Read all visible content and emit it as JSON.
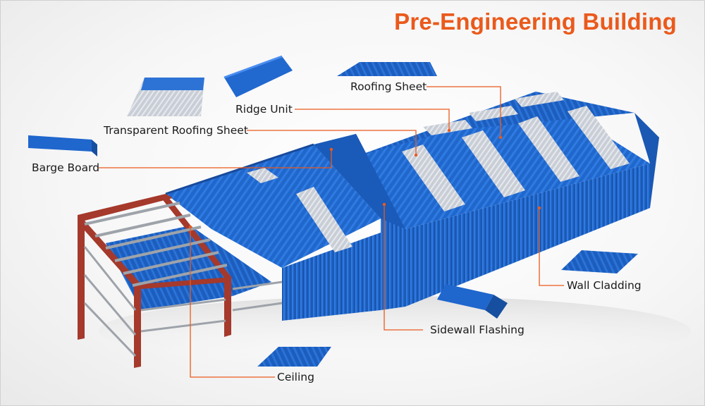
{
  "title": "Pre-Engineering Building",
  "colors": {
    "accent": "#ea5a1c",
    "sheet_blue": "#1e63c8",
    "steel_red": "#a5392b",
    "leader": "#ea5a1c"
  },
  "labels": {
    "roofing_sheet": "Roofing Sheet",
    "ridge_unit": "Ridge Unit",
    "transparent_roofing_sheet": "Transparent Roofing Sheet",
    "barge_board": "Barge Board",
    "wall_cladding": "Wall Cladding",
    "sidewall_flashing": "Sidewall Flashing",
    "ceiling": "Ceiling"
  }
}
